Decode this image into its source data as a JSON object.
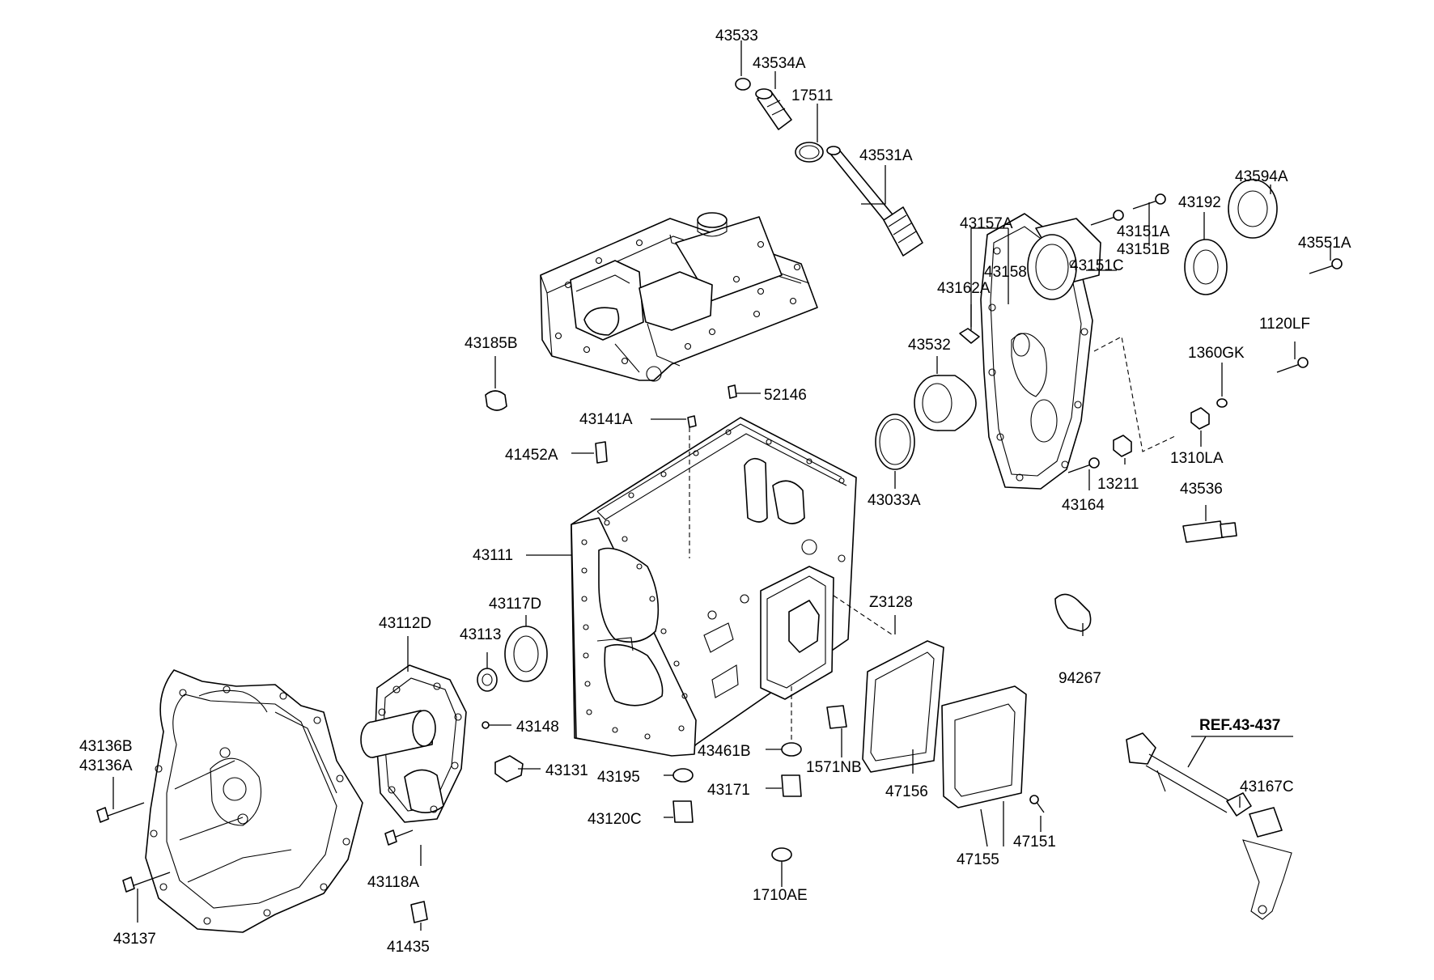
{
  "labels": {
    "p43533": "43533",
    "p43534a": "43534A",
    "p17511": "17511",
    "p43531a": "43531A",
    "p43594a": "43594A",
    "p43192": "43192",
    "p43157a": "43157A",
    "p43151a": "43151A",
    "p43151b": "43151B",
    "p43551a": "43551A",
    "p43158": "43158",
    "p43151c": "43151C",
    "p43162a": "43162A",
    "p1120lf": "1120LF",
    "p43185b": "43185B",
    "p43532": "43532",
    "p1360gk": "1360GK",
    "p52146": "52146",
    "p43141a": "43141A",
    "p41452a": "41452A",
    "p1310la": "1310LA",
    "p13211": "13211",
    "p43033a": "43033A",
    "p43164": "43164",
    "p43536": "43536",
    "p43111": "43111",
    "p43112d": "43112D",
    "p43117d": "43117D",
    "pz3128": "Z3128",
    "p43113": "43113",
    "p94267": "94267",
    "p43148": "43148",
    "p43136b": "43136B",
    "p43136a": "43136A",
    "p43131": "43131",
    "p43461b": "43461B",
    "p1571nb": "1571NB",
    "p43195": "43195",
    "p43171": "43171",
    "p47156": "47156",
    "p43167c": "43167C",
    "p43120c": "43120C",
    "p47151": "47151",
    "p43118a": "43118A",
    "p47155": "47155",
    "p1710ae": "1710AE",
    "p43137": "43137",
    "p41435": "41435",
    "ref": "REF.43-437"
  }
}
